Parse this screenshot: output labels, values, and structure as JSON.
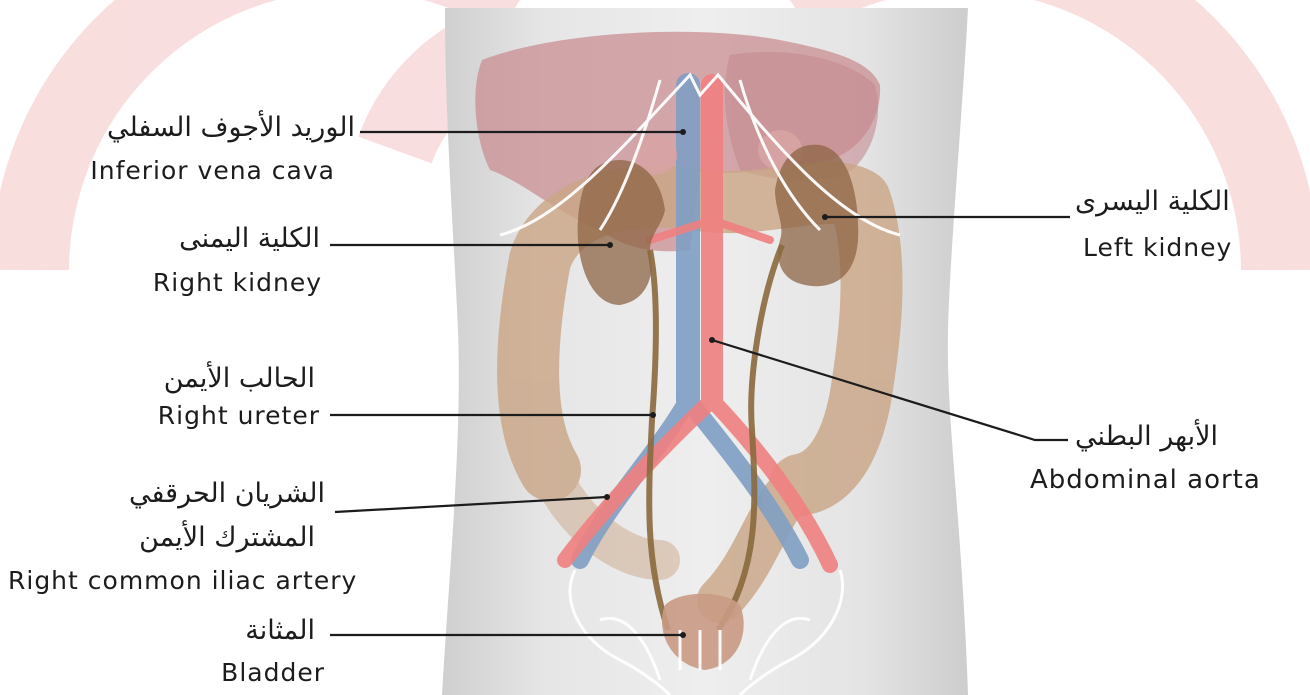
{
  "labels": {
    "ivc": {
      "ar": "الوريد الأجوف السفلي",
      "en": "Inferior vena cava"
    },
    "rk": {
      "ar": "الكلية اليمنى",
      "en": "Right kidney"
    },
    "lk": {
      "ar": "الكلية اليسرى",
      "en": "Left kidney"
    },
    "ru": {
      "ar": "الحالب الأيمن",
      "en": "Right ureter"
    },
    "aorta": {
      "ar": "الأبهر البطني",
      "en": "Abdominal aorta"
    },
    "rcia": {
      "ar1": "الشريان الحرقفي",
      "ar2": "المشترك الأيمن",
      "en": "Right common iliac artery"
    },
    "bl": {
      "ar": "المثانة",
      "en": "Bladder"
    }
  },
  "colors": {
    "watermark": "#f6d3d3",
    "torso": "#dcdcdc",
    "liver": "#c98f93",
    "colon": "#c9a585",
    "kidney": "#8e6444",
    "aorta": "#ef8080",
    "vena": "#7f9ec3",
    "ureter": "#8a6a3e",
    "bladder": "#c99a84",
    "bone": "#ffffff",
    "leader": "#1c1c1c"
  }
}
